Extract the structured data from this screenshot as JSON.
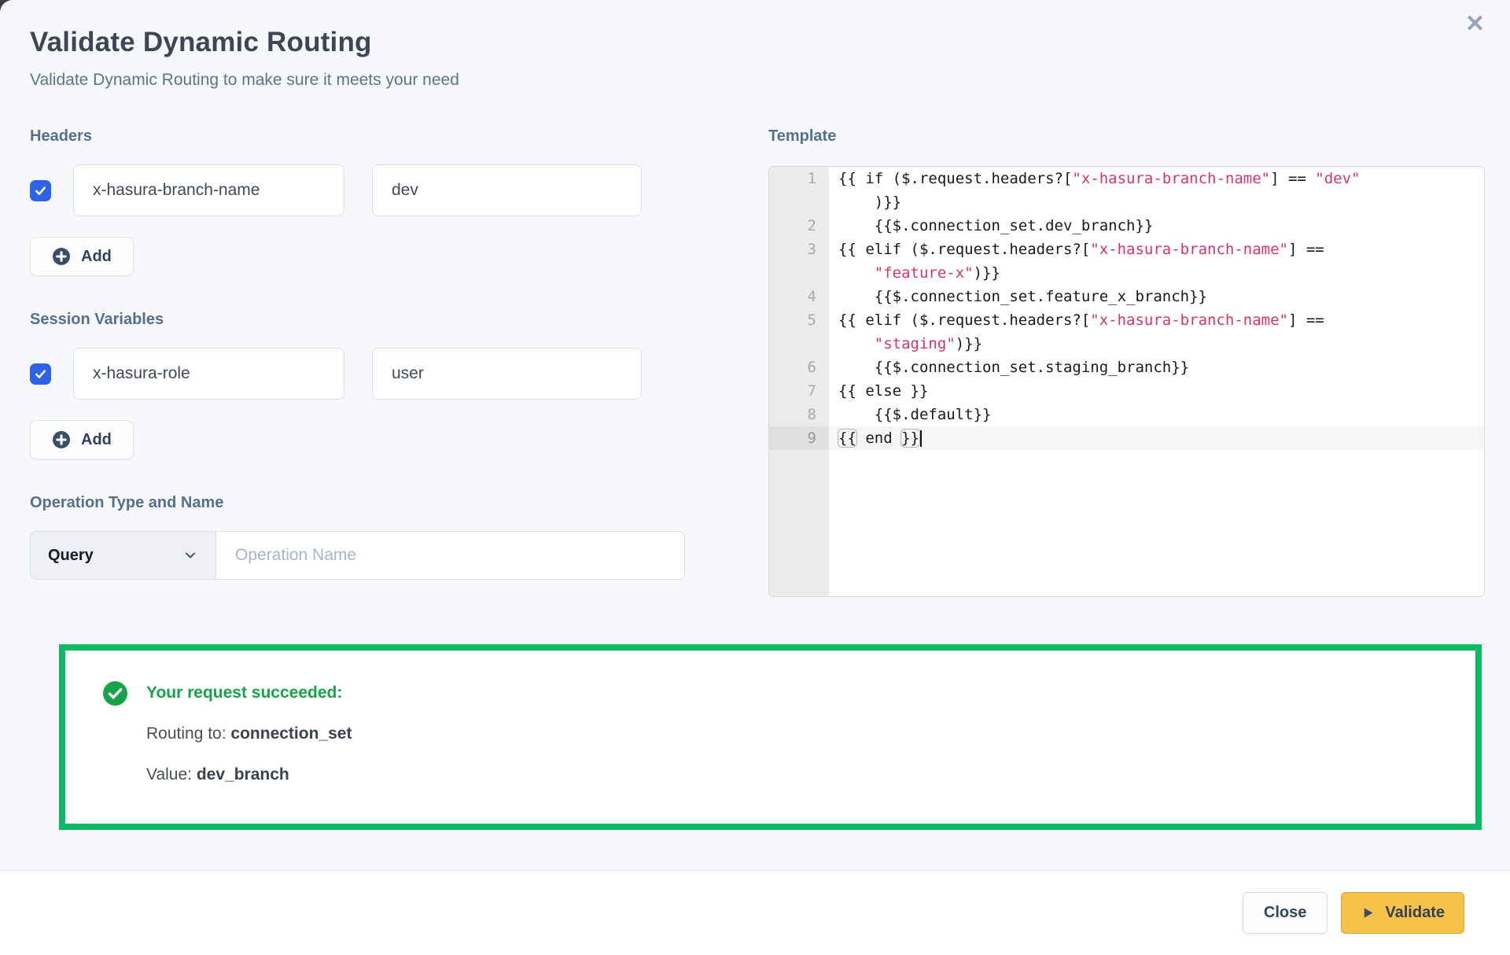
{
  "dialog": {
    "title": "Validate Dynamic Routing",
    "subtitle": "Validate Dynamic Routing to make sure it meets your need",
    "close_icon": "✕"
  },
  "headers_section": {
    "label": "Headers",
    "rows": [
      {
        "checked": true,
        "name": "x-hasura-branch-name",
        "value": "dev"
      }
    ],
    "add_label": "Add"
  },
  "session_variables_section": {
    "label": "Session Variables",
    "rows": [
      {
        "checked": true,
        "name": "x-hasura-role",
        "value": "user"
      }
    ],
    "add_label": "Add"
  },
  "operation_section": {
    "label": "Operation Type and Name",
    "type_selected": "Query",
    "name_value": "",
    "name_placeholder": "Operation Name"
  },
  "template_section": {
    "label": "Template",
    "lines": [
      {
        "n": "1",
        "seg": [
          {
            "t": "{{ if ($.request.headers?["
          },
          {
            "t": "\"x-hasura-branch-name\"",
            "c": "str"
          },
          {
            "t": "] == "
          },
          {
            "t": "\"dev\"",
            "c": "str"
          }
        ]
      },
      {
        "n": "",
        "seg": [
          {
            "t": "    )}}"
          }
        ]
      },
      {
        "n": "2",
        "seg": [
          {
            "t": "    {{$.connection_set.dev_branch}}"
          }
        ]
      },
      {
        "n": "3",
        "seg": [
          {
            "t": "{{ elif ($.request.headers?["
          },
          {
            "t": "\"x-hasura-branch-name\"",
            "c": "str"
          },
          {
            "t": "] =="
          }
        ]
      },
      {
        "n": "",
        "seg": [
          {
            "t": "    "
          },
          {
            "t": "\"feature-x\"",
            "c": "str"
          },
          {
            "t": ")}}"
          }
        ]
      },
      {
        "n": "4",
        "seg": [
          {
            "t": "    {{$.connection_set.feature_x_branch}}"
          }
        ]
      },
      {
        "n": "5",
        "seg": [
          {
            "t": "{{ elif ($.request.headers?["
          },
          {
            "t": "\"x-hasura-branch-name\"",
            "c": "str"
          },
          {
            "t": "] =="
          }
        ]
      },
      {
        "n": "",
        "seg": [
          {
            "t": "    "
          },
          {
            "t": "\"staging\"",
            "c": "str"
          },
          {
            "t": ")}}"
          }
        ]
      },
      {
        "n": "6",
        "seg": [
          {
            "t": "    {{$.connection_set.staging_branch}}"
          }
        ]
      },
      {
        "n": "7",
        "seg": [
          {
            "t": "{{ else }}"
          }
        ]
      },
      {
        "n": "8",
        "seg": [
          {
            "t": "    {{$.default}}"
          }
        ]
      },
      {
        "n": "9",
        "active": true,
        "cursor": true,
        "seg": [
          {
            "t": "{{",
            "c": "match"
          },
          {
            "t": " end "
          },
          {
            "t": "}}",
            "c": "match"
          }
        ]
      }
    ]
  },
  "result": {
    "heading": "Your request succeeded:",
    "routing_label": "Routing to: ",
    "routing_value": "connection_set",
    "value_label": "Value: ",
    "value_value": "dev_branch"
  },
  "footer": {
    "close_label": "Close",
    "validate_label": "Validate"
  },
  "colors": {
    "accent_blue": "#2d63e9",
    "success_green": "#0cb964",
    "validate_amber": "#f6c24a",
    "code_string_red": "#d6336c",
    "label_slate": "#54708d"
  }
}
